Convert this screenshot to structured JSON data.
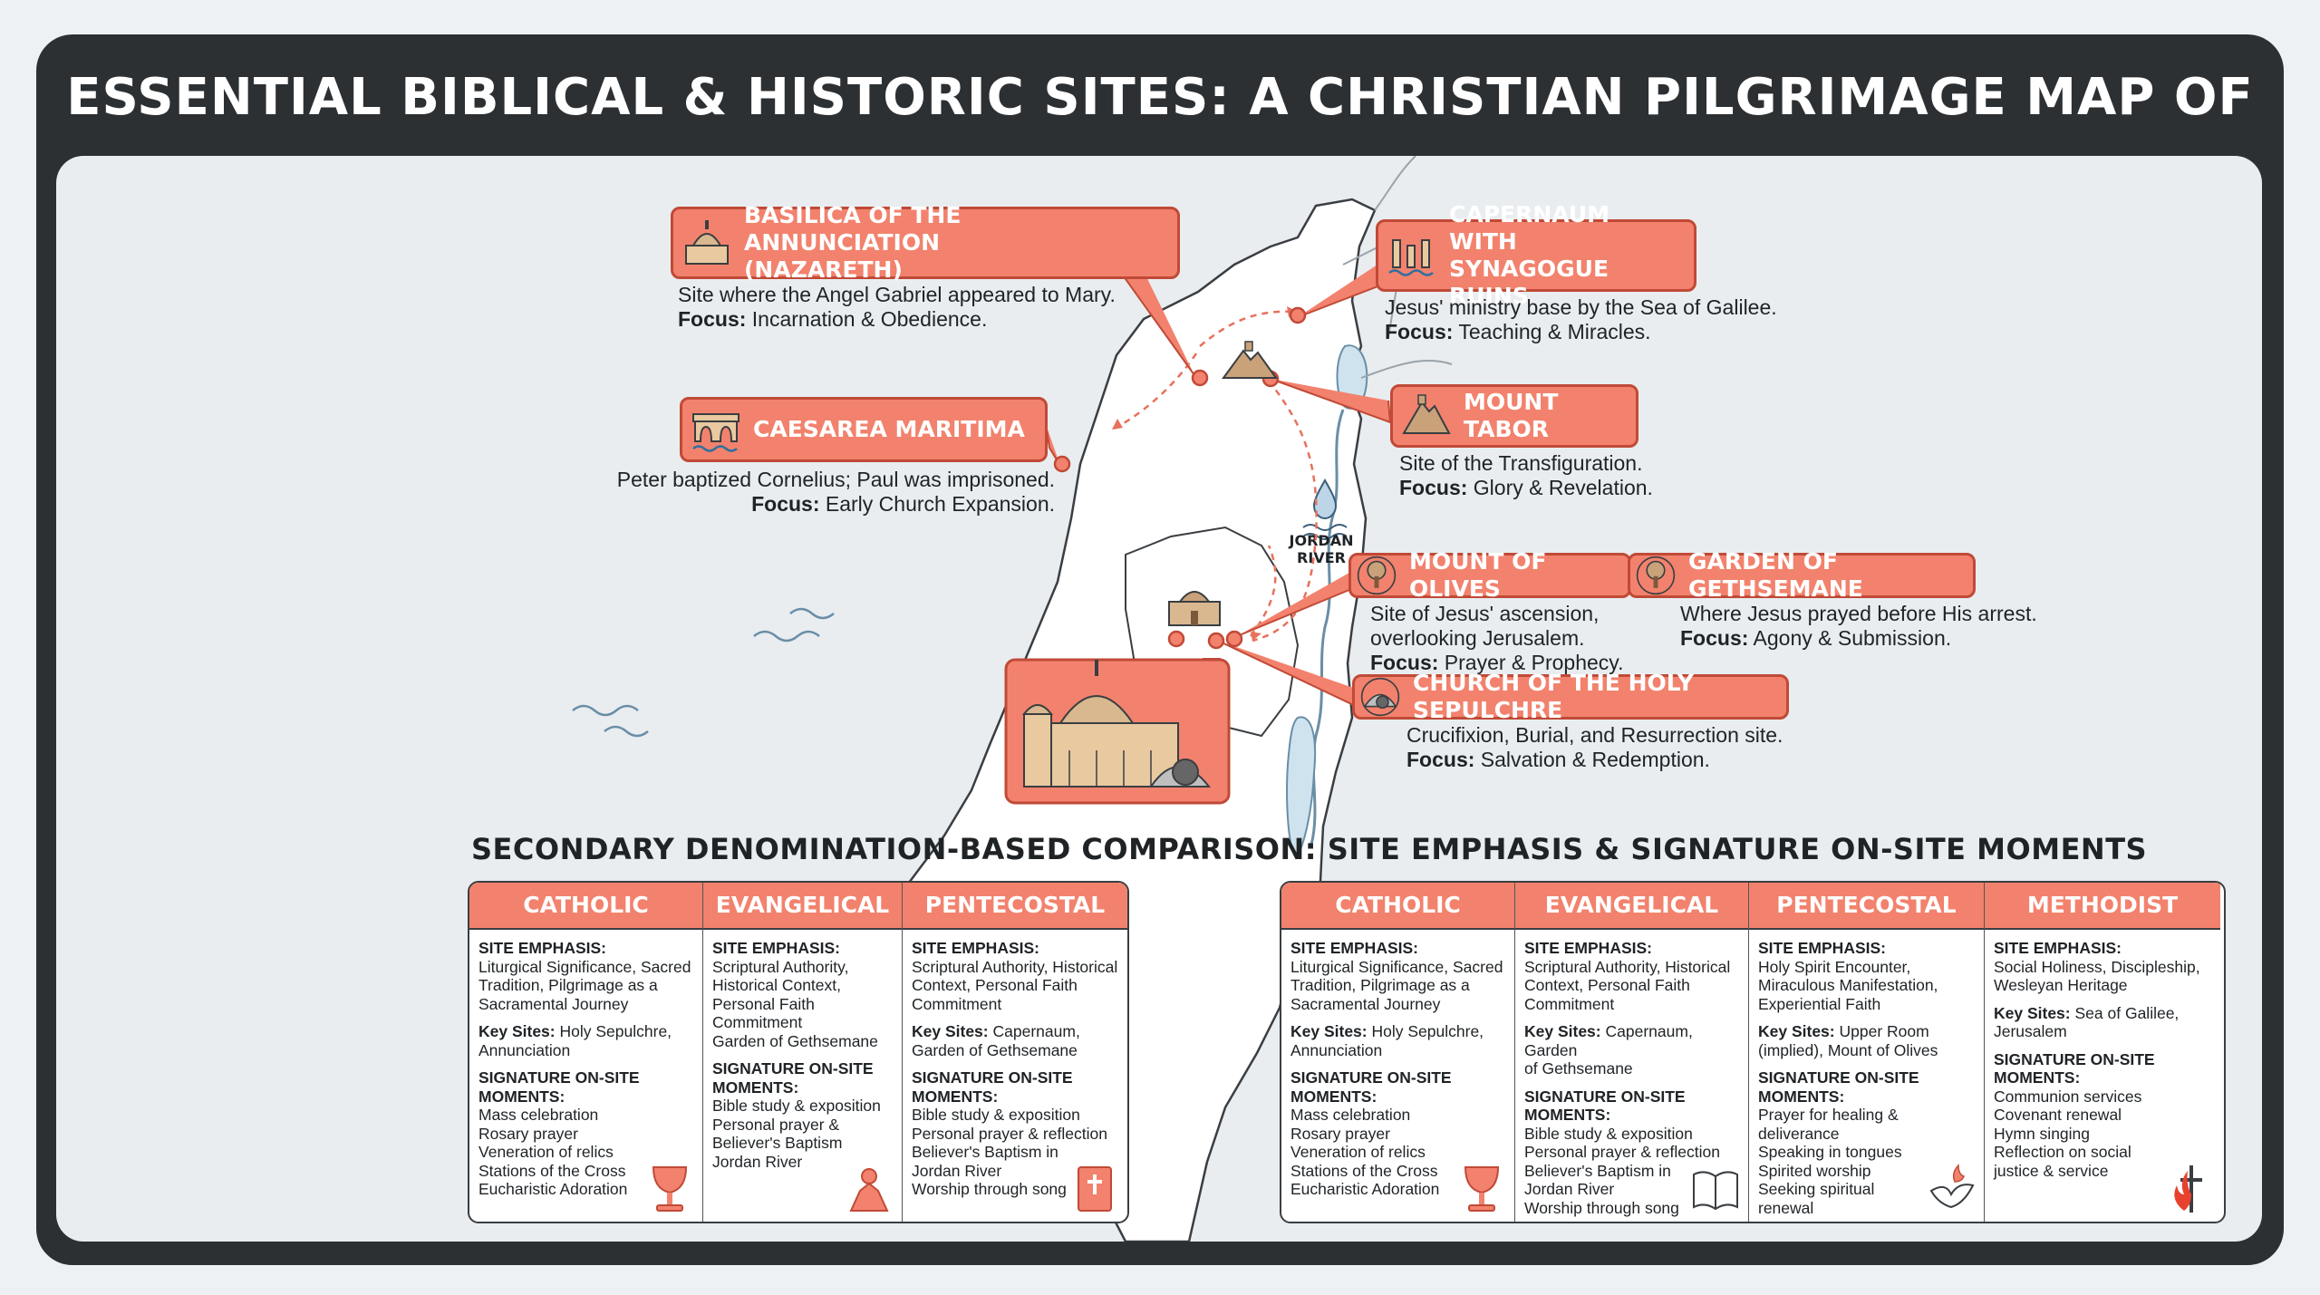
{
  "title": "ESSENTIAL BIBLICAL & HISTORIC SITES: A CHRISTIAN PILGRIMAGE MAP OF ISRAEL",
  "jordan_label": [
    "JORDAN",
    "RIVER"
  ],
  "sites": [
    {
      "id": "annunciation",
      "label": "BASILICA OF THE ANNUNCIATION\n(NAZARETH)",
      "desc": "Site where the Angel Gabriel appeared to Mary.",
      "focus": "Incarnation & Obedience.",
      "icon": "basilica-icon"
    },
    {
      "id": "capernaum",
      "label": "CAPERNAUM WITH\nSYNAGOGUE RUINS",
      "desc": "Jesus' ministry base by the Sea of Galilee.",
      "focus": "Teaching & Miracles.",
      "icon": "synagogue-ruins-icon"
    },
    {
      "id": "caesarea",
      "label": "CAESAREA MARITIMA",
      "desc": "Peter baptized Cornelius; Paul was imprisoned.",
      "focus": "Early Church Expansion.",
      "icon": "aqueduct-icon"
    },
    {
      "id": "tabor",
      "label": "MOUNT TABOR",
      "desc": "Site of the Transfiguration.",
      "focus": "Glory & Revelation.",
      "icon": "mountain-icon"
    },
    {
      "id": "olives",
      "label": "MOUNT OF OLIVES",
      "desc": "Site of Jesus' ascension,\noverlooking Jerusalem.",
      "focus": "Prayer & Prophecy.",
      "icon": "olive-tree-icon"
    },
    {
      "id": "gethsemane",
      "label": "GARDEN OF GETHSEMANE",
      "desc": "Where Jesus prayed before His arrest.",
      "focus": "Agony & Submission.",
      "icon": "olive-tree-icon"
    },
    {
      "id": "sepulchre",
      "label": "CHURCH OF THE HOLY SEPULCHRE",
      "desc": "Crucifixion, Burial, and Resurrection site.",
      "focus": "Salvation & Redemption.",
      "icon": "tomb-icon"
    }
  ],
  "focus_label": "Focus:",
  "comparison": {
    "title": "SECONDARY DENOMINATION-BASED COMPARISON: SITE EMPHASIS & SIGNATURE ON-SITE MOMENTS",
    "site_emphasis_label": "SITE EMPHASIS:",
    "key_sites_label": "Key Sites:",
    "moments_label": "SIGNATURE ON-SITE\nMOMENTS:",
    "table_left": [
      {
        "name": "CATHOLIC",
        "emphasis": "Liturgical Significance, Sacred\nTradition, Pilgrimage as a\nSacramental Journey",
        "key_sites": "Holy Sepulchre,\nAnnunciation",
        "moments": [
          "Mass celebration",
          "Rosary prayer",
          "Veneration of relics",
          "Stations of the Cross",
          "Eucharistic Adoration"
        ],
        "icon": "chalice-icon"
      },
      {
        "name": "EVANGELICAL",
        "emphasis": "Scriptural Authority,\nHistorical Context,\nPersonal Faith\nCommitment\nGarden of Gethsemane",
        "key_sites": "",
        "moments": [
          "Bible study & exposition",
          "Personal prayer &",
          "Believer's Baptism",
          "Jordan River"
        ],
        "icon": "praying-person-icon"
      },
      {
        "name": "PENTECOSTAL",
        "emphasis": "Scriptural Authority, Historical\nContext, Personal Faith\nCommitment",
        "key_sites": "Capernaum,\nGarden of Gethsemane",
        "moments": [
          "Bible study & exposition",
          "Personal prayer & reflection",
          "Believer's Baptism in",
          "Jordan River",
          "Worship through song"
        ],
        "icon": "bible-icon"
      }
    ],
    "table_right": [
      {
        "name": "CATHOLIC",
        "emphasis": "Liturgical Significance, Sacred\nTradition, Pilgrimage as a\nSacramental Journey",
        "key_sites": "Holy Sepulchre,\nAnnunciation",
        "moments": [
          "Mass celebration",
          "Rosary prayer",
          "Veneration of relics",
          "Stations of the Cross",
          "Eucharistic Adoration"
        ],
        "icon": "chalice-icon"
      },
      {
        "name": "EVANGELICAL",
        "emphasis": "Scriptural Authority, Historical\nContext, Personal Faith\nCommitment",
        "key_sites": "Capernaum, Garden\nof Gethsemane",
        "moments": [
          "Bible study & exposition",
          "Personal prayer & reflection",
          "Believer's Baptism in",
          "Jordan River",
          "Worship through song"
        ],
        "icon": "open-bible-icon"
      },
      {
        "name": "PENTECOSTAL",
        "emphasis": "Holy Spirit Encounter,\nMiraculous Manifestation,\nExperiential Faith",
        "key_sites": "Upper Room\n(implied), Mount of Olives",
        "moments": [
          "Prayer for healing &",
          "deliverance",
          "Speaking in tongues",
          "Spirited worship",
          "Seeking spiritual",
          "renewal"
        ],
        "icon": "dove-flame-icon"
      },
      {
        "name": "METHODIST",
        "emphasis": "Social Holiness, Discipleship,\nWesleyan Heritage",
        "key_sites": "Sea of Galilee,\nJerusalem",
        "moments": [
          "Communion services",
          "Covenant renewal",
          "Hymn singing",
          "Reflection on social",
          "justice & service"
        ],
        "icon": "cross-flame-icon"
      }
    ]
  },
  "colors": {
    "accent": "#f2826d",
    "accent_border": "#c04a37",
    "frame": "#2c3033",
    "panel": "#e9edf0"
  }
}
